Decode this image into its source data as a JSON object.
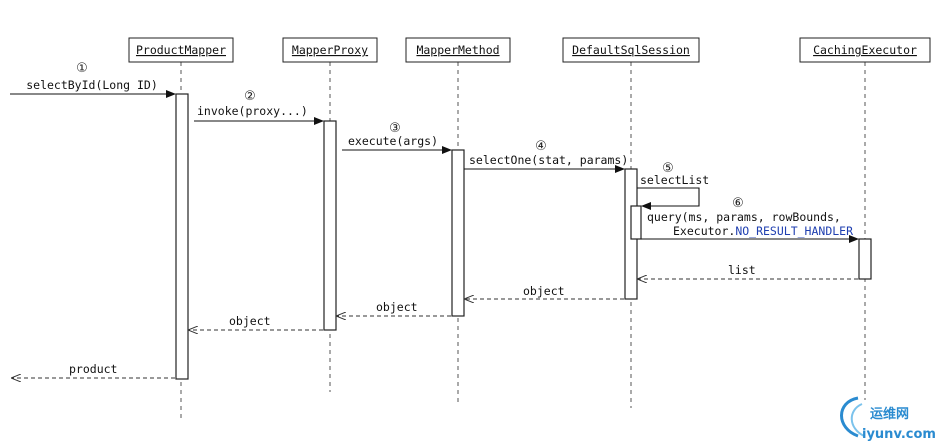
{
  "participants": [
    {
      "name": "ProductMapper"
    },
    {
      "name": "MapperProxy"
    },
    {
      "name": "MapperMethod"
    },
    {
      "name": "DefaultSqlSession"
    },
    {
      "name": "CachingExecutor"
    }
  ],
  "messages": [
    {
      "step": "①",
      "label": "selectById(Long ID)"
    },
    {
      "step": "②",
      "label": "invoke(proxy...)"
    },
    {
      "step": "③",
      "label": "execute(args)"
    },
    {
      "step": "④",
      "label": "selectOne(stat, params)"
    },
    {
      "step": "⑤",
      "label": "selectList"
    },
    {
      "step": "⑥",
      "label_line1": "query(ms, params, rowBounds,",
      "label_line2_prefix": "Executor.",
      "label_line2_const": "NO_RESULT_HANDLER"
    }
  ],
  "returns": [
    {
      "label": "list"
    },
    {
      "label": "object"
    },
    {
      "label": "object"
    },
    {
      "label": "object"
    },
    {
      "label": "product"
    }
  ],
  "watermark": {
    "text_cn": "运维网",
    "text_url": "iyunv.com"
  },
  "colors": {
    "constant": "#1f3fb0",
    "watermark": "#2a8bd0"
  }
}
